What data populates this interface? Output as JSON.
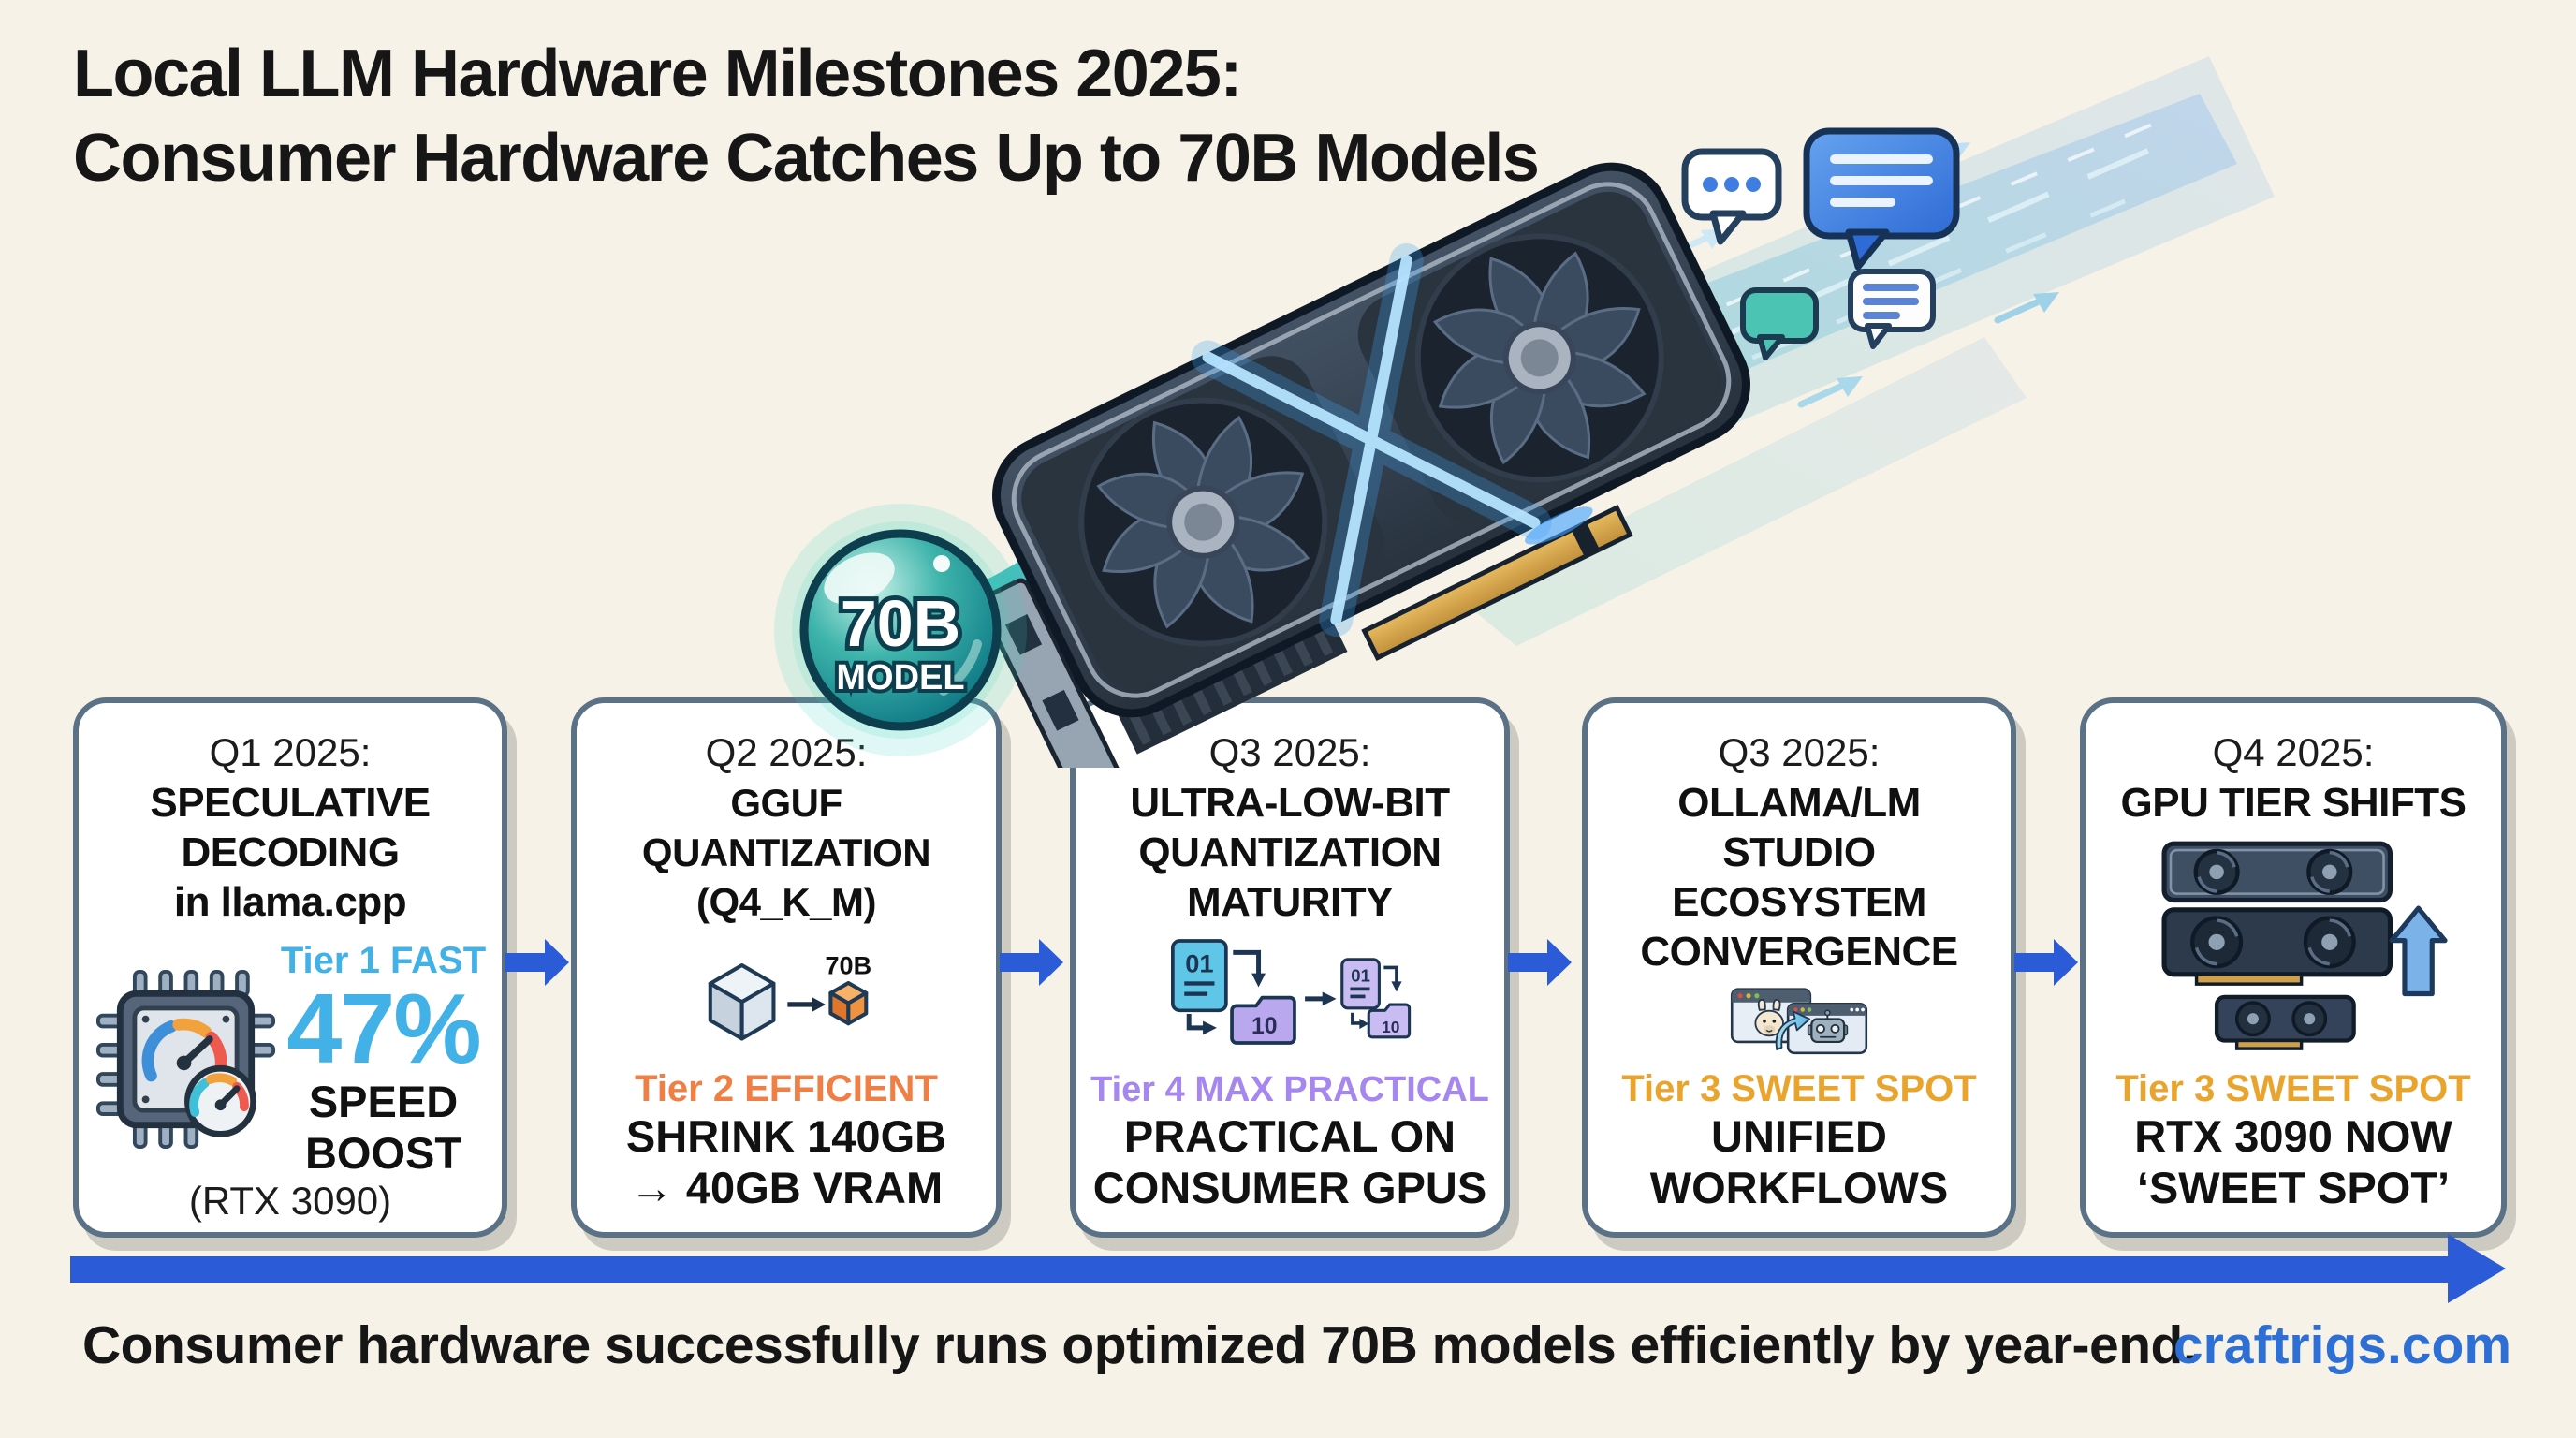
{
  "header": {
    "title_line1": "Local LLM Hardware Milestones 2025:",
    "title_line2": "Consumer Hardware Catches Up to 70B Models"
  },
  "hero": {
    "badge": {
      "line1": "70B",
      "line2": "MODEL"
    },
    "icons": [
      "gpu-card-icon",
      "speed-stream-icon",
      "typing-bubble-icon",
      "blue-message-bubble-icon",
      "teal-bubble-icon",
      "text-message-bubble-icon",
      "model-sphere-badge"
    ]
  },
  "cards": [
    {
      "quarter": "Q1 2025:",
      "title_lines": [
        "SPECULATIVE",
        "DECODING",
        "in llama.cpp"
      ],
      "icon": "chip-speedometer-icon",
      "tier_label": "Tier 1 FAST",
      "stat": "47%",
      "result_lines": [
        "SPEED",
        "BOOST"
      ],
      "note": "(RTX 3090)"
    },
    {
      "quarter": "Q2 2025:",
      "title_lines": [
        "GGUF QUANTIZATION",
        "(Q4_K_M)"
      ],
      "icon": "cube-shrink-icon",
      "icon_label": "70B",
      "tier_label": "Tier 2 EFFICIENT",
      "result_lines": [
        "SHRINK 140GB",
        "→ 40GB VRAM"
      ]
    },
    {
      "quarter": "Q3 2025:",
      "title_lines": [
        "ULTRA-LOW-BIT",
        "QUANTIZATION",
        "MATURITY"
      ],
      "icon": "binary-conversion-icon",
      "icon_texts": [
        "01",
        "10",
        "01",
        "10"
      ],
      "tier_label": "Tier 4 MAX PRACTICAL",
      "result_lines": [
        "PRACTICAL ON",
        "CONSUMER GPUS"
      ]
    },
    {
      "quarter": "Q3 2025:",
      "title_lines": [
        "OLLAMA/LM STUDIO",
        "ECOSYSTEM",
        "CONVERGENCE"
      ],
      "icon": "llama-robot-windows-icon",
      "tier_label": "Tier 3 SWEET SPOT",
      "result_lines": [
        "UNIFIED",
        "WORKFLOWS"
      ]
    },
    {
      "quarter": "Q4 2025:",
      "title_lines": [
        "GPU TIER SHIFTS"
      ],
      "icon": "gpu-stack-icon",
      "tier_label": "Tier 3 SWEET SPOT",
      "result_lines": [
        "RTX 3090 NOW",
        "‘SWEET SPOT’"
      ]
    }
  ],
  "footer": {
    "caption": "Consumer hardware successfully runs optimized 70B models efficiently by year-end.",
    "site": "craftrigs.com"
  },
  "colors": {
    "background": "#f6f2e7",
    "card-border": "#5b7186",
    "timeline-blue": "#2b5bd7",
    "tier1-blue": "#41b1e8",
    "tier2-orange": "#ef7f45",
    "tier3-amber": "#e9a42e",
    "tier4-purple": "#a687ef",
    "site-blue": "#2e6fd6",
    "badge-teal": "#157f8b",
    "text-dark": "#161616"
  }
}
